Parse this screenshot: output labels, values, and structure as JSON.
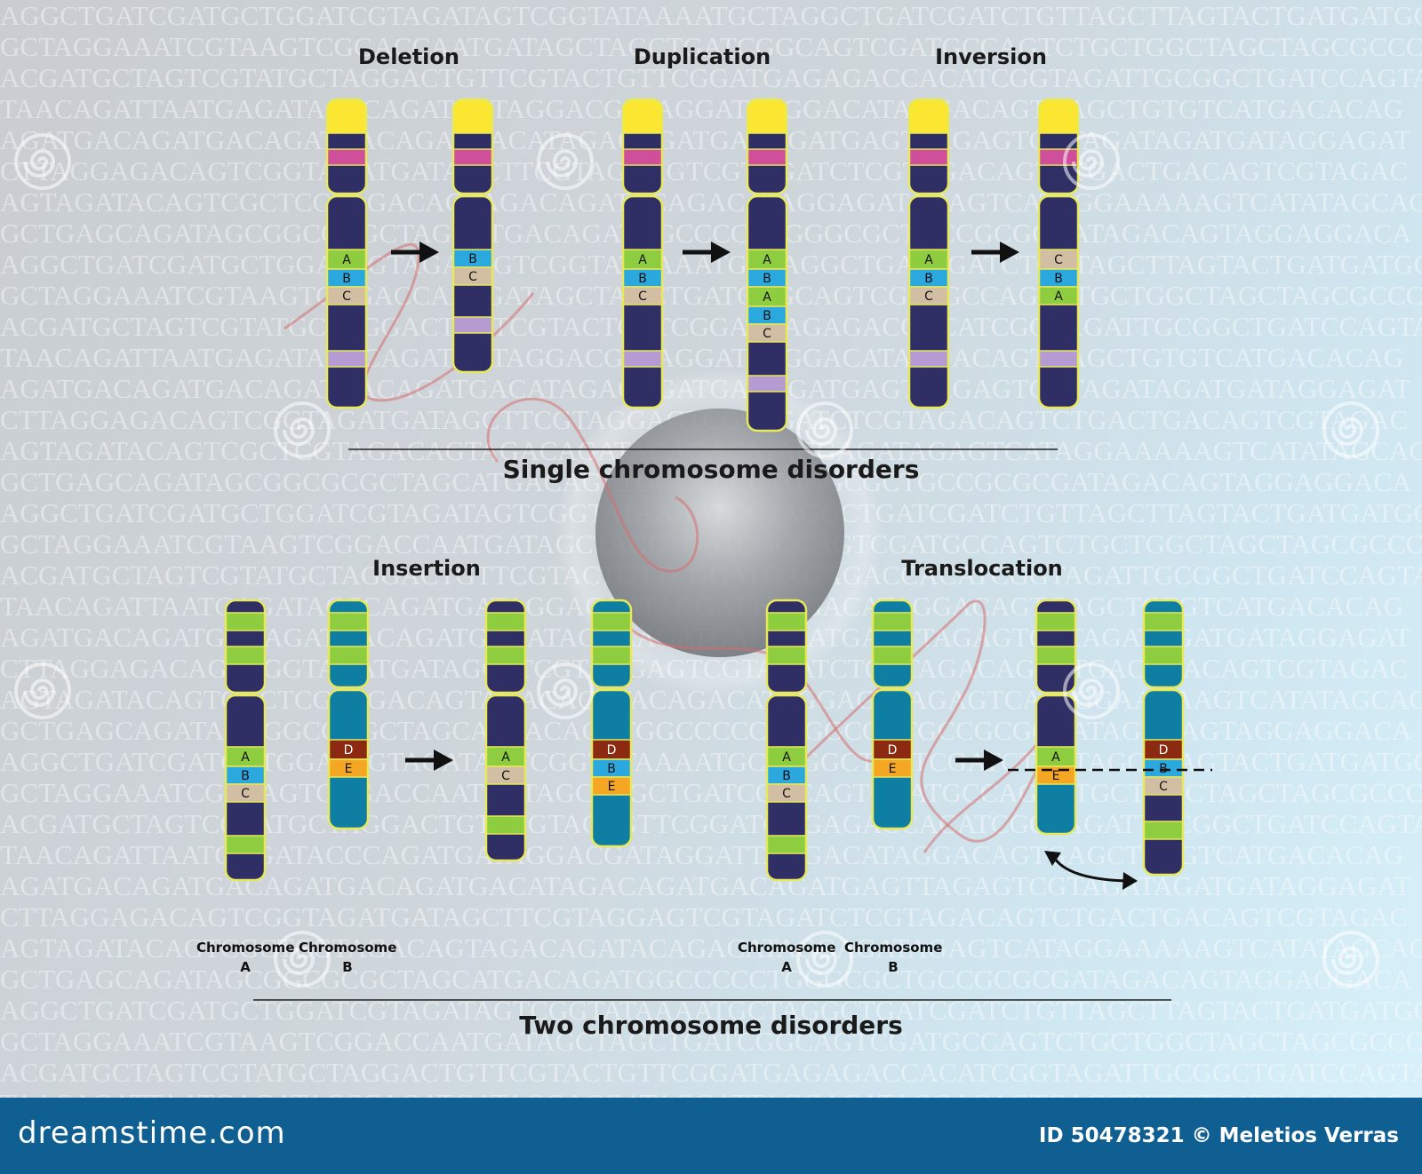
{
  "dna_lines": [
    "AGGCTGATCGATGCTGGATCGTAGATAGTCGGTATAAAATGCTAGGCTGATCGATCTGTTAGCTTAGTACTGATGATGCT",
    "GCTAGGAAATCGTAAGTCGGACCAATGATAGCTAGCTGATCGGCAGTCGATGCCAGTCTGCTGGCTAGCTAGCGCCCAT",
    "ACGATGCTAGTCGTATGCTAGGACTGTTCGTACTGTTCGGATGAGAGACCACATCGGTAGATTGCGGCTGATCCAGTAC",
    "TAACAGATTAATGAGATACCCAGATGATAGGACGATAGGATTAGGACATAGGACAGTGAGCTGTGTCATGACACAG",
    "AGATGACAGATGACAGATGACAGATGACATAGACAGATGACAGATGAGTTAGAGTCGTAGATAGATGATAGGAGAT",
    "CTTAGGAGACAGTCGGTAGATGATAGCTTCGTAGGAGTCGTAGATCTCGTAGACAGTCTGACTGACAGTCGTAGAC",
    "AGTAGATACAGTCGCTCGTAGACAGTAGACAGATACAGACATAGGAGATAGAGTCATAGGAAAAAGTCATATAGCAGAT",
    "GCTGAGCAGATAGCGGCGCGCTAGCATGACAGATGGCCCCCTGGGCGCTGCCGCGCGATAGACAGTAGGAGGACA",
    "AGGCTGATCGATGCTGGATCGTAGATAGTCGGTATAAAATGCTAGGCTGATCGATCTGTTAGCTTAGTACTGATGATGCT",
    "GCTAGGAAATCGTAAGTCGGACCAATGATAGCTAGCTGATCGGCAGTCGATGCCAGTCTGCTGGCTAGCTAGCGCCCAT",
    "ACGATGCTAGTCGTATGCTAGGACTGTTCGTACTGTTCGGATGAGAGACCACATCGGTAGATTGCGGCTGATCCAGTAC",
    "TAACAGATTAATGAGATACCCAGATGATAGGACGATAGGATTAGGACATAGGACAGTGAGCTGTGTCATGACACAG",
    "AGATGACAGATGACAGATGACAGATGACATAGACAGATGACAGATGAGTTAGAGTCGTAGATAGATGATAGGAGAT",
    "CTTAGGAGACAGTCGGTAGATGATAGCTTCGTAGGAGTCGTAGATCTCGTAGACAGTCTGACTGACAGTCGTAGAC",
    "AGTAGATACAGTCGCTCGTAGACAGTAGACAGATACAGACATAGGAGATAGAGTCATAGGAAAAAGTCATATAGCAGAT",
    "GCTGAGCAGATAGCGGCGCGCTAGCATGACAGATGGCCCCCTGGGCGCTGCCGCGCGATAGACAGTAGGAGGACA",
    "AGGCTGATCGATGCTGGATCGTAGATAGTCGGTATAAAATGCTAGGCTGATCGATCTGTTAGCTTAGTACTGATGATGCT",
    "GCTAGGAAATCGTAAGTCGGACCAATGATAGCTAGCTGATCGGCAGTCGATGCCAGTCTGCTGGCTAGCTAGCGCCCAT",
    "ACGATGCTAGTCGTATGCTAGGACTGTTCGTACTGTTCGGATGAGAGACCACATCGGTAGATTGCGGCTGATCCAGTAC",
    "TAACAGATTAATGAGATACCCAGATGATAGGACGATAGGATTAGGACATAGGACAGTGAGCTGTGTCATGACACAG",
    "AGATGACAGATGACAGATGACAGATGACATAGACAGATGACAGATGAGTTAGAGTCGTAGATAGATGATAGGAGAT",
    "CTTAGGAGACAGTCGGTAGATGATAGCTTCGTAGGAGTCGTAGATCTCGTAGACAGTCTGACTGACAGTCGTAGAC",
    "AGTAGATACAGTCGCTCGTAGACAGTAGACAGATACAGACATAGGAGATAGAGTCATAGGAAAAAGTCATATAGCAGAT",
    "GCTGAGCAGATAGCGGCGCGCTAGCATGACAGATGGCCCCCTGGGCGCTGCCGCGCGATAGACAGTAGGAGGACA",
    "AGGCTGATCGATGCTGGATCGTAGATAGTCGGTATAAAATGCTAGGCTGATCGATCTGTTAGCTTAGTACTGATGATGCT",
    "GCTAGGAAATCGTAAGTCGGACCAATGATAGCTAGCTGATCGGCAGTCGATGCCAGTCTGCTGGCTAGCTAGCGCCCAT",
    "ACGATGCTAGTCGTATGCTAGGACTGTTCGTACTGTTCGGATGAGAGACCACATCGGTAGATTGCGGCTGATCCAGTAC",
    "TAACAGATTAATGAGATACCCAGATGATAGGACGATAGGATTAGGACATAGGACAGTGAGCTGTGTCATGACACAG",
    "AGATGACAGATGACAGATGACAGATGACATAGACAGATGACAGATGAGTTAGAGTCGTAGATAGATGATAGGAGAT",
    "CTTAGGAGACAGTCGGTAGATGATAGCTTCGTAGGAGTCGTAGATCTCGTAGACAGTCTGACTGACAGTCGTAGAC",
    "AGTAGATACAGTCGCTCGTAGACAGTAGACAGATACAGACATAGGAGATAGAGTCATAGGAAAAAGTCATATAGCAGAT",
    "GCTGAGCAGATAGCGGCGCGCTAGCATGACAGATGGCCCCCTGGGCGCTGCCGCGCGATAGACAGTAGGAGGACA",
    "AGGCTGATCGATGCTGGATCGTAGATAGTCGGTATAAAATGCTAGGCTGATCGATCTGTTAGCTTAGTACTGATGATGCT",
    "GCTAGGAAATCGTAAGTCGGACCAATGATAGCTAGCTGATCGGCAGTCGATGCCAGTCTGCTGGCTAGCTAGCGCCCAT",
    "ACGATGCTAGTCGTATGCTAGGACTGTTCGTACTGTTCGGATGAGAGACCACATCGGTAGATTGCGGCTGATCCAGTAC",
    "TAACAGATTAATGAGATACCCAGATGATAGGACGATAGGATTAGGACATAGGACAGTGAGCTGTGTCATGACACAG"
  ],
  "titles": {
    "deletion": "Deletion",
    "duplication": "Duplication",
    "inversion": "Inversion",
    "insertion": "Insertion",
    "translocation": "Translocation"
  },
  "sections": {
    "single": "Single chromosome disorders",
    "two": "Two chromosome disorders"
  },
  "chromosome_labels": {
    "insertion_a": "Chromosome\nA",
    "insertion_b": "Chromosome\nB",
    "translocation_a": "Chromosome\nA",
    "translocation_b": "Chromosome\nB"
  },
  "colors": {
    "chromosome_body_dark": "#2f2f66",
    "chromosome_body_teal": "#0e7ea3",
    "outline": "#e7e85a",
    "yellow_band": "#fbe731",
    "magenta_band": "#cf4f9a",
    "lavender_band": "#b49bd1",
    "green_band": "#8ecd3f",
    "gene_a": "#8ecd3f",
    "gene_b": "#2ba8de",
    "gene_c": "#d2bea3",
    "gene_d": "#8b2a10",
    "gene_e": "#f5a623",
    "footer_bg": "#0f5f93"
  },
  "genes": {
    "a": "A",
    "b": "B",
    "c": "C",
    "d": "D",
    "e": "E"
  },
  "footer": {
    "logo": "dreamstime.com",
    "id_text": "ID 50478321 © Meletios Verras"
  },
  "watermark": {
    "text": "dreamstime",
    "icon": "spiral-icon"
  }
}
